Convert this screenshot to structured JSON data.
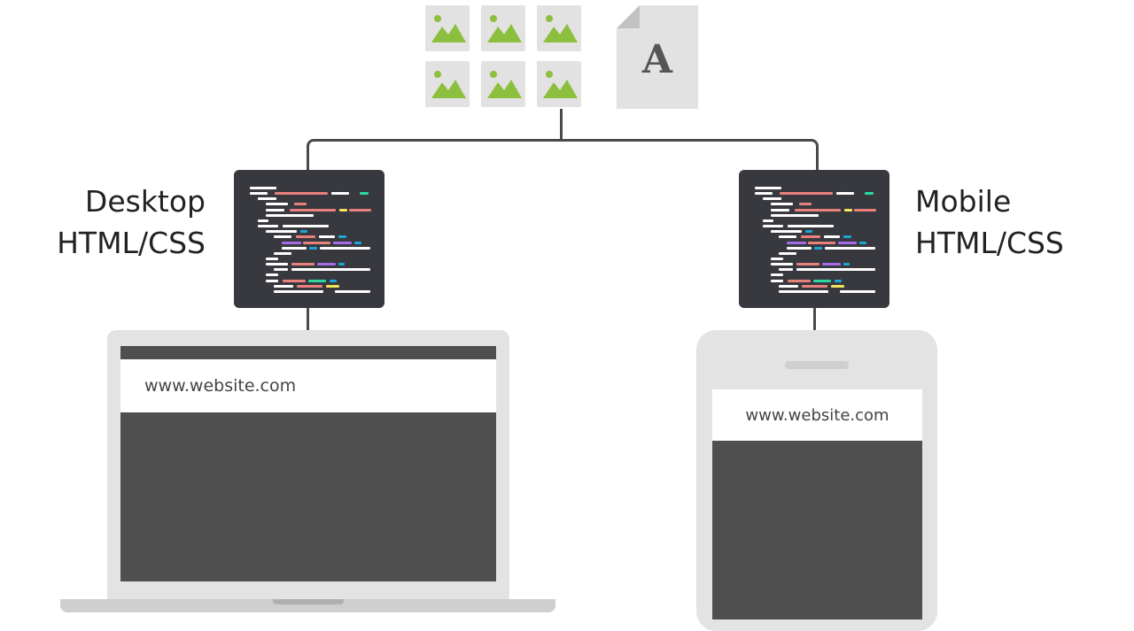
{
  "assets": {
    "image_count": 6,
    "font_glyph": "A"
  },
  "desktop": {
    "label_line1": "Desktop",
    "label_line2": "HTML/CSS",
    "url": "www.website.com"
  },
  "mobile": {
    "label_line1": "Mobile",
    "label_line2": "HTML/CSS",
    "url": "www.website.com"
  },
  "colors": {
    "green": "#8dbf3f",
    "code_bg": "#38383f",
    "screen": "#4f4f4f",
    "device": "#e3e3e3"
  }
}
